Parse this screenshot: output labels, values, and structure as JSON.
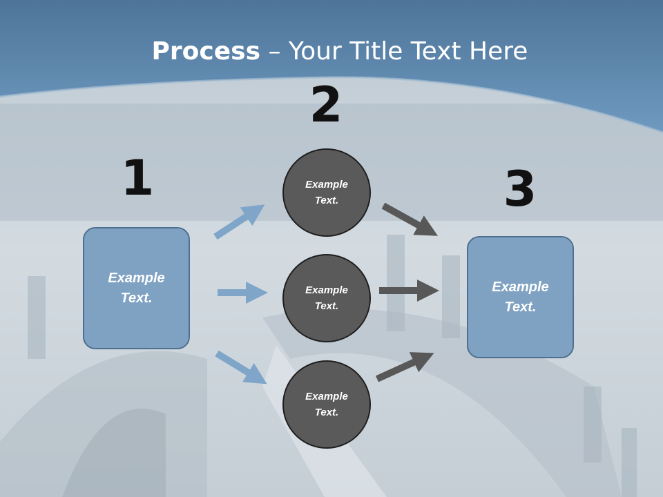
{
  "title": {
    "bold": "Process",
    "rest": " – Your Title Text Here"
  },
  "steps": [
    {
      "number": "1",
      "box_text": "Example Text."
    },
    {
      "number": "2",
      "circles": [
        "Example Text.",
        "Example Text.",
        "Example Text."
      ]
    },
    {
      "number": "3",
      "box_text": "Example Text."
    }
  ],
  "colors": {
    "header_band": "#6b93b9",
    "box_fill": "#7fa2c3",
    "box_border": "#4f6f91",
    "circle_fill": "#5a5a5a",
    "arrow_blue": "#7fa5c8",
    "arrow_gray": "#585858"
  }
}
